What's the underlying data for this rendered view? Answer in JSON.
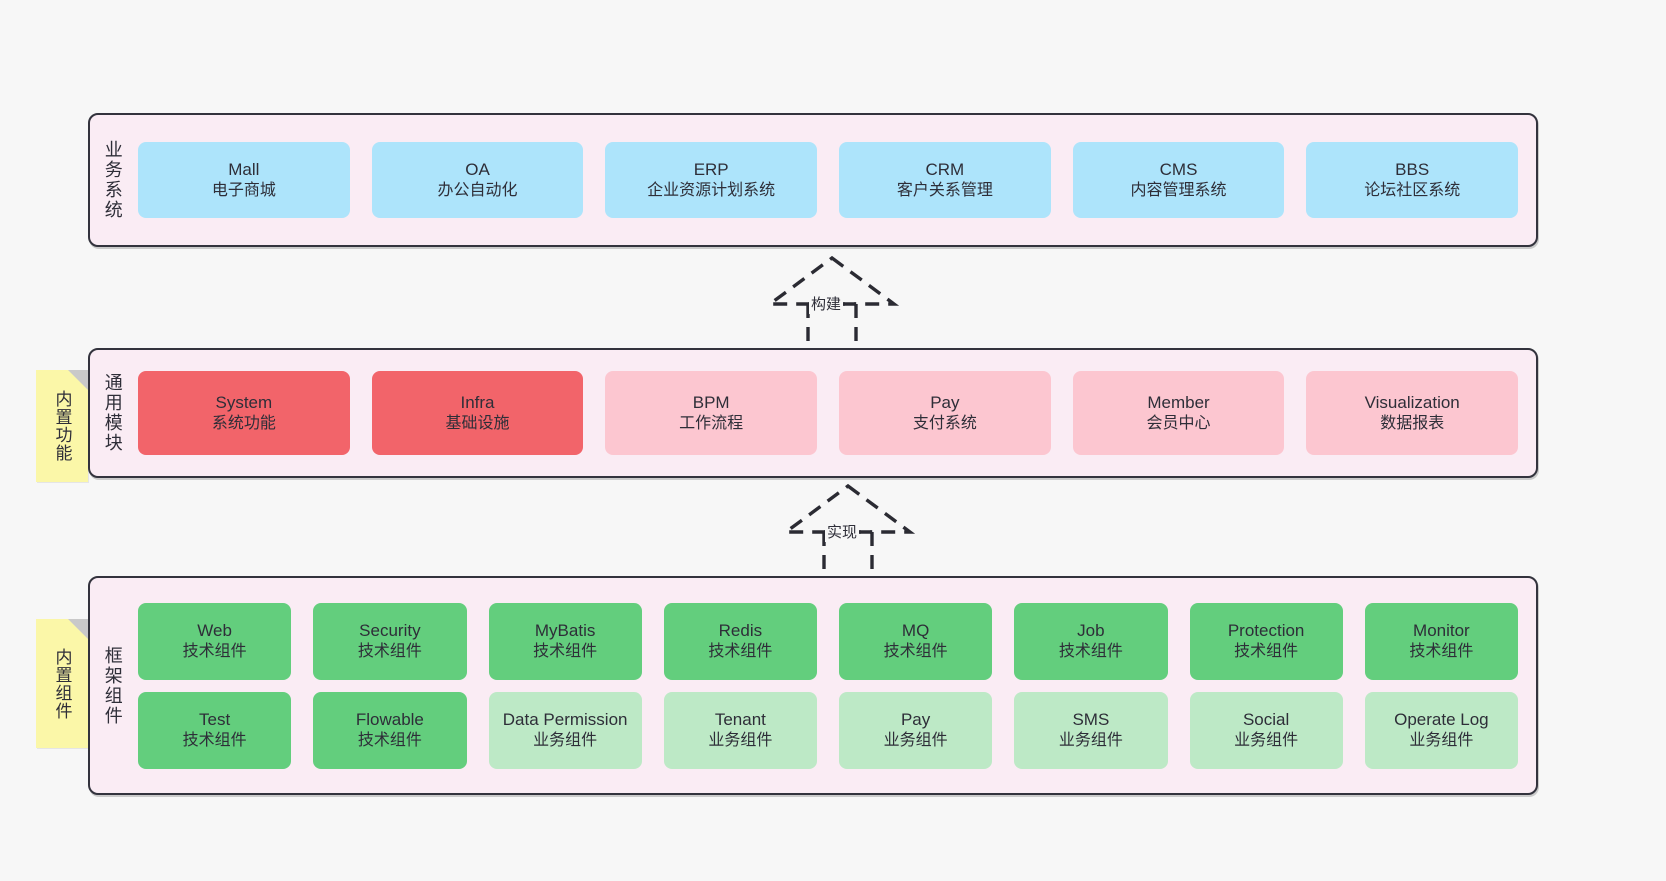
{
  "layers": [
    {
      "id": "business",
      "title": "业务系统",
      "rows": [
        {
          "height_class": "h-business",
          "boxes": [
            {
              "en": "Mall",
              "cn": "电子商城",
              "color": "c-blue"
            },
            {
              "en": "OA",
              "cn": "办公自动化",
              "color": "c-blue"
            },
            {
              "en": "ERP",
              "cn": "企业资源计划系统",
              "color": "c-blue"
            },
            {
              "en": "CRM",
              "cn": "客户关系管理",
              "color": "c-blue"
            },
            {
              "en": "CMS",
              "cn": "内容管理系统",
              "color": "c-blue"
            },
            {
              "en": "BBS",
              "cn": "论坛社区系统",
              "color": "c-blue"
            }
          ]
        }
      ]
    },
    {
      "id": "common",
      "title": "通用模块",
      "rows": [
        {
          "height_class": "h-common",
          "boxes": [
            {
              "en": "System",
              "cn": "系统功能",
              "color": "c-red"
            },
            {
              "en": "Infra",
              "cn": "基础设施",
              "color": "c-red"
            },
            {
              "en": "BPM",
              "cn": "工作流程",
              "color": "c-pink"
            },
            {
              "en": "Pay",
              "cn": "支付系统",
              "color": "c-pink"
            },
            {
              "en": "Member",
              "cn": "会员中心",
              "color": "c-pink"
            },
            {
              "en": "Visualization",
              "cn": "数据报表",
              "color": "c-pink"
            }
          ]
        }
      ]
    },
    {
      "id": "framework",
      "title": "框架组件",
      "rows": [
        {
          "height_class": "h-comp",
          "boxes": [
            {
              "en": "Web",
              "cn": "技术组件",
              "color": "c-green"
            },
            {
              "en": "Security",
              "cn": "技术组件",
              "color": "c-green"
            },
            {
              "en": "MyBatis",
              "cn": "技术组件",
              "color": "c-green"
            },
            {
              "en": "Redis",
              "cn": "技术组件",
              "color": "c-green"
            },
            {
              "en": "MQ",
              "cn": "技术组件",
              "color": "c-green"
            },
            {
              "en": "Job",
              "cn": "技术组件",
              "color": "c-green"
            },
            {
              "en": "Protection",
              "cn": "技术组件",
              "color": "c-green"
            },
            {
              "en": "Monitor",
              "cn": "技术组件",
              "color": "c-green"
            }
          ]
        },
        {
          "height_class": "h-comp",
          "boxes": [
            {
              "en": "Test",
              "cn": "技术组件",
              "color": "c-green"
            },
            {
              "en": "Flowable",
              "cn": "技术组件",
              "color": "c-green"
            },
            {
              "en": "Data Permission",
              "cn": "业务组件",
              "color": "c-greenlight",
              "wrap": true
            },
            {
              "en": "Tenant",
              "cn": "业务组件",
              "color": "c-greenlight"
            },
            {
              "en": "Pay",
              "cn": "业务组件",
              "color": "c-greenlight"
            },
            {
              "en": "SMS",
              "cn": "业务组件",
              "color": "c-greenlight"
            },
            {
              "en": "Social",
              "cn": "业务组件",
              "color": "c-greenlight"
            },
            {
              "en": "Operate Log",
              "cn": "业务组件",
              "color": "c-greenlight"
            }
          ]
        }
      ]
    }
  ],
  "notes": [
    {
      "id": "note-common",
      "text": "内置功能"
    },
    {
      "id": "note-framework",
      "text": "内置组件"
    }
  ],
  "arrows": [
    {
      "id": "arrow-build",
      "label": "构建"
    },
    {
      "id": "arrow-impl",
      "label": "实现"
    }
  ],
  "colors": {
    "canvas_background": "#f7f7f7",
    "panel_background": "#faecf4",
    "panel_border": "#33333d",
    "business_box": "#ade4fb",
    "common_core_box": "#f2646a",
    "common_box": "#fcc6d0",
    "tech_component_box": "#63ce7d",
    "biz_component_box": "#bde9c6",
    "note_background": "#fbf7a8",
    "note_fold": "#c9c9c9",
    "text": "#2e2e38"
  }
}
